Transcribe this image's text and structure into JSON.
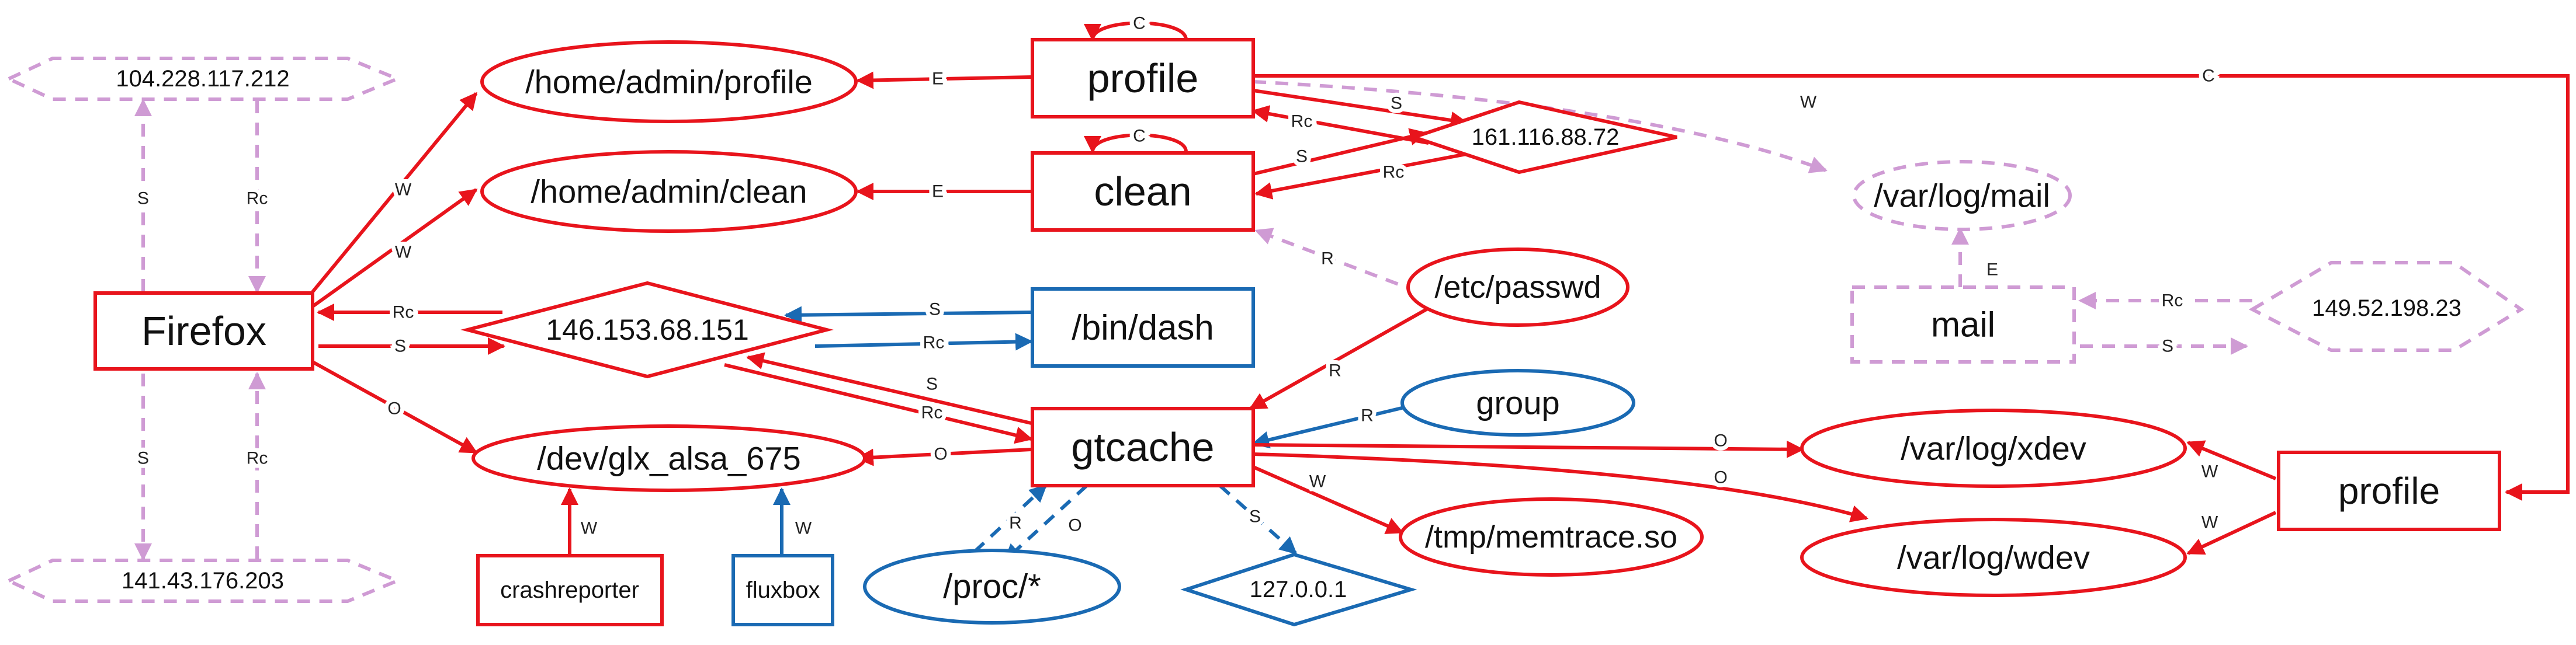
{
  "colors": {
    "red": "#e8141c",
    "blue": "#1a6ab3",
    "pink": "#cf9bd4"
  },
  "nodes": {
    "firefox": "Firefox",
    "ip_104": "104.228.117.212",
    "ip_141": "141.43.176.203",
    "home_profile": "/home/admin/profile",
    "home_clean": "/home/admin/clean",
    "ip_146": "146.153.68.151",
    "dev_glx": "/dev/glx_alsa_675",
    "crashreporter": "crashreporter",
    "fluxbox": "fluxbox",
    "profile_top": "profile",
    "clean": "clean",
    "ip_161": "161.116.88.72",
    "bin_dash": "/bin/dash",
    "etc_passwd": "/etc/passwd",
    "gtcache": "gtcache",
    "group": "group",
    "proc": "/proc/*",
    "localhost": "127.0.0.1",
    "tmp_memtrace": "/tmp/memtrace.so",
    "var_log_mail": "/var/log/mail",
    "mail": "mail",
    "ip_149": "149.52.198.23",
    "var_log_xdev": "/var/log/xdev",
    "var_log_wdev": "/var/log/wdev",
    "profile_right": "profile"
  },
  "edge_labels": {
    "ff_to_104_S": "S",
    "104_to_ff_Rc": "Rc",
    "ff_to_141_S": "S",
    "141_to_ff_Rc": "Rc",
    "ff_home_profile_W": "W",
    "ff_home_clean_W": "W",
    "146_to_ff_Rc": "Rc",
    "ff_to_146_S": "S",
    "ff_dev_glx_O": "O",
    "crash_dev_glx_W": "W",
    "fluxbox_dev_glx_W": "W",
    "profile_self_C": "C",
    "profile_home_profile_E": "E",
    "profile_to_161_S": "S",
    "161_to_profile_Rc": "Rc",
    "profile_var_log_mail_W": "W",
    "profile_to_right_profile_C": "C",
    "clean_self_C": "C",
    "clean_home_clean_E": "E",
    "clean_to_161_S": "S",
    "161_to_clean_Rc": "Rc",
    "passwd_clean_R": "R",
    "dash_to_146_S": "S",
    "146_to_dash_Rc": "Rc",
    "gtcache_to_146_S": "S",
    "146_to_gtcache_Rc": "Rc",
    "passwd_gtcache_R": "R",
    "group_gtcache_R": "R",
    "gtcache_dev_glx_O": "O",
    "proc_gtcache_R": "R",
    "gtcache_proc_O": "O",
    "gtcache_localhost_S": "S",
    "gtcache_memtrace_W": "W",
    "gtcache_xdev_O": "O",
    "gtcache_wdev_O": "O",
    "mail_var_log_mail_E": "E",
    "149_to_mail_Rc": "Rc",
    "mail_to_149_S": "S",
    "right_profile_xdev_W": "W",
    "right_profile_wdev_W": "W"
  }
}
